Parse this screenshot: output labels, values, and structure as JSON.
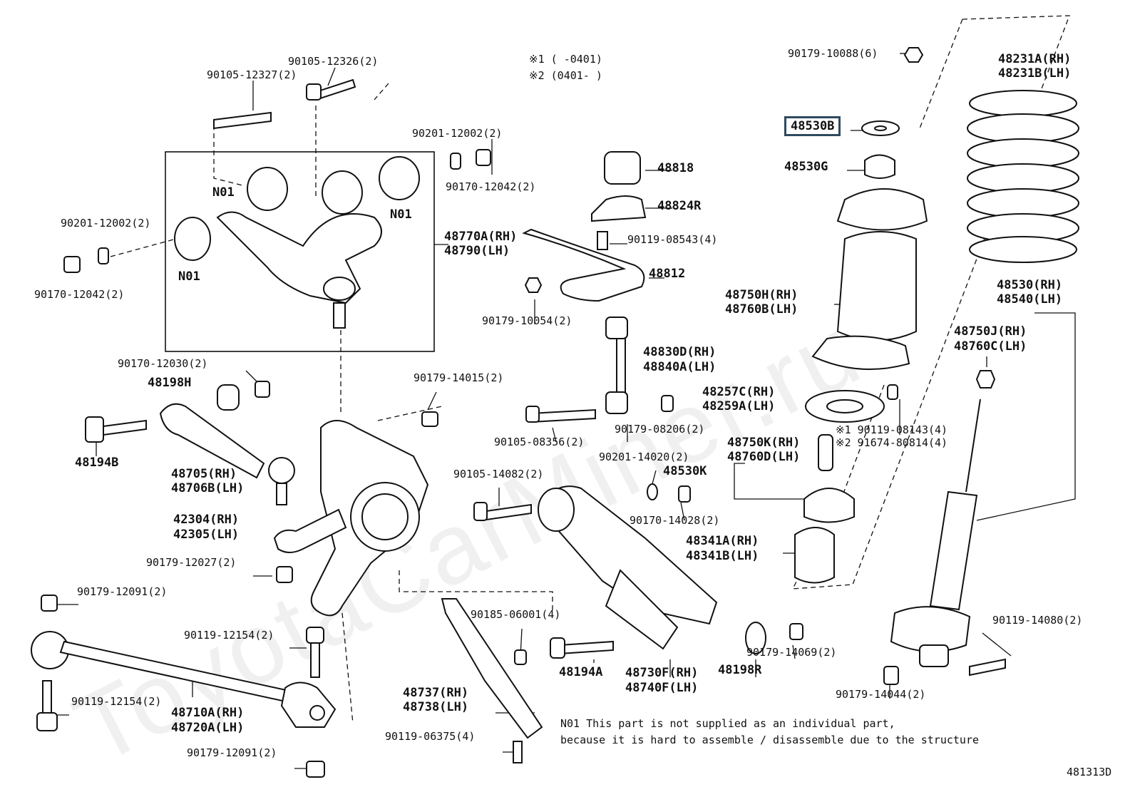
{
  "watermark": "ToyotaCarMiner.ru",
  "notes": {
    "applicability_1": "※1 (     -0401)",
    "applicability_2": "※2 (0401-     )",
    "n01_line1": "N01 This part is not supplied as an individual part,",
    "n01_line2": "    because it is hard to assemble / disassemble due to the structure",
    "diagram_code": "481313D"
  },
  "highlighted_part": "48530B",
  "labels": {
    "p90179_10088": "90179-10088(6)",
    "p48231a": "48231A(RH)",
    "p48231b": "48231B(LH)",
    "p90105_12326": "90105-12326(2)",
    "p90105_12327": "90105-12327(2)",
    "p90201_12002_a": "90201-12002(2)",
    "p90170_12042_a": "90170-12042(2)",
    "p48818": "48818",
    "p48530g": "48530G",
    "p48824r": "48824R",
    "n01_a": "N01",
    "n01_b": "N01",
    "n01_c": "N01",
    "p90201_12002_b": "90201-12002(2)",
    "p90119_08543": "90119-08543(4)",
    "p48770a": "48770A(RH)",
    "p48790": "48790(LH)",
    "p90170_12042_b": "90170-12042(2)",
    "p48812": "48812",
    "p48530rh": "48530(RH)",
    "p48540lh": "48540(LH)",
    "p48750h": "48750H(RH)",
    "p48760b": "48760B(LH)",
    "p90179_10054": "90179-10054(2)",
    "p48750j": "48750J(RH)",
    "p48760c": "48760C(LH)",
    "p48830d": "48830D(RH)",
    "p48840a": "48840A(LH)",
    "p90170_12030": "90170-12030(2)",
    "p48198h": "48198H",
    "p90179_14015": "90179-14015(2)",
    "p48257c": "48257C(RH)",
    "p48259a": "48259A(LH)",
    "p90119_08143": "※1 90119-08143(4)",
    "p91674_80814": "※2 91674-80814(4)",
    "p90105_08356": "90105-08356(2)",
    "p90179_08206": "90179-08206(2)",
    "p48194b": "48194B",
    "p48750k": "48750K(RH)",
    "p48760d": "48760D(LH)",
    "p48530k": "48530K",
    "p90201_14020": "90201-14020(2)",
    "p48705": "48705(RH)",
    "p48706b": "48706B(LH)",
    "p90105_14082": "90105-14082(2)",
    "p90170_14028": "90170-14028(2)",
    "p42304": "42304(RH)",
    "p42305": "42305(LH)",
    "p48341a": "48341A(RH)",
    "p48341b": "48341B(LH)",
    "p90179_12027": "90179-12027(2)",
    "p90179_12091_a": "90179-12091(2)",
    "p90185_06001": "90185-06001(4)",
    "p90119_14080": "90119-14080(2)",
    "p90119_12154_a": "90119-12154(2)",
    "p90179_14069": "90179-14069(2)",
    "p48194a": "48194A",
    "p48730f": "48730F(RH)",
    "p48740f": "48740F(LH)",
    "p48198r": "48198R",
    "p90179_14044": "90179-14044(2)",
    "p48737": "48737(RH)",
    "p48738": "48738(LH)",
    "p90119_12154_b": "90119-12154(2)",
    "p48710a": "48710A(RH)",
    "p48720a": "48720A(LH)",
    "p90119_06375": "90119-06375(4)",
    "p90179_12091_b": "90179-12091(2)"
  }
}
